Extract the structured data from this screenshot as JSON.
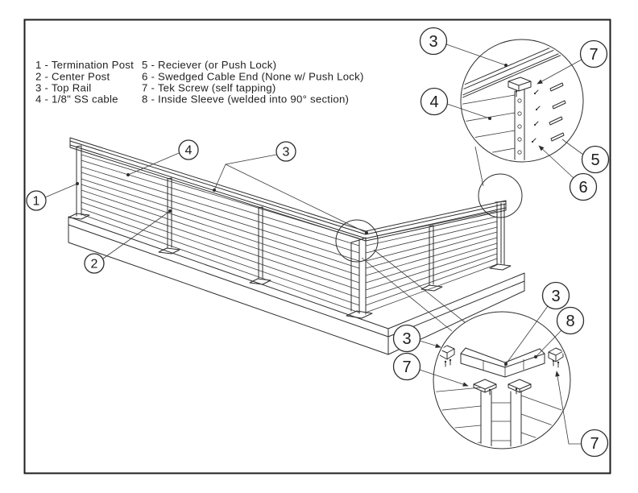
{
  "drawing": {
    "type": "cable-railing-assembly-diagram",
    "colors": {
      "line": "#2d2d2d",
      "background": "#ffffff"
    }
  },
  "legend": {
    "column1": [
      "1 - Termination Post",
      "2 - Center Post",
      "3 - Top Rail",
      "4 - 1/8\" SS cable"
    ],
    "column2": [
      "5 - Reciever (or Push Lock)",
      "6 - Swedged Cable End (None w/ Push Lock)",
      "7 - Tek Screw (self tapping)",
      "8 - Inside Sleeve (welded into 90° section)"
    ]
  },
  "balloons": {
    "main": {
      "termination_post": "1",
      "center_post": "2",
      "top_rail": "3",
      "cable": "4"
    },
    "detail_top": {
      "top_rail": "3",
      "cable": "4",
      "receiver": "5",
      "swedged_end": "6",
      "tek_screw": "7"
    },
    "detail_bottom": {
      "top_rail_corner": "3",
      "top_rail_stub": "3",
      "inside_sleeve": "8",
      "tek_screw_left": "7",
      "tek_screw_right": "7"
    }
  }
}
